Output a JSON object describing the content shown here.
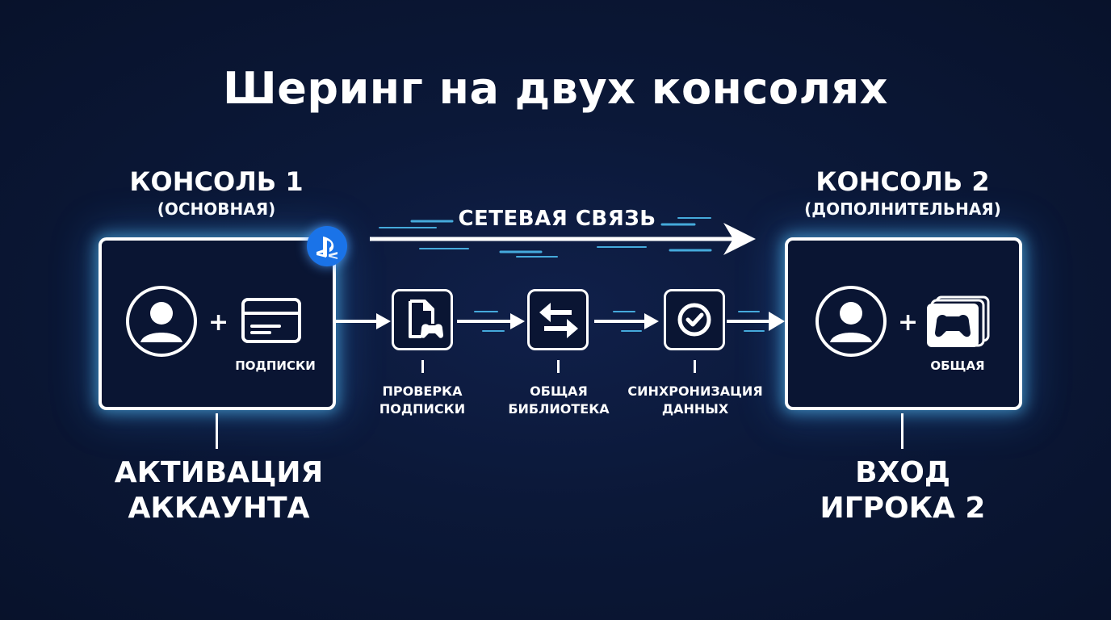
{
  "title": "Шеринг на двух консолях",
  "console1": {
    "title": "КОНСОЛЬ 1",
    "subtitle": "(ОСНОВНАЯ)",
    "card_label": "ПОДПИСКИ",
    "bottom_line1": "АКТИВАЦИЯ",
    "bottom_line2": "АККАУНТА"
  },
  "console2": {
    "title": "КОНСОЛЬ 2",
    "subtitle": "(ДОПОЛНИТЕЛЬНАЯ)",
    "library_label": "ОБЩАЯ",
    "bottom_line1": "ВХОД",
    "bottom_line2": "ИГРОКА 2"
  },
  "plus_sign": "+",
  "network_label": "СЕТЕВАЯ СВЯЗЬ",
  "steps": [
    {
      "line1": "ПРОВЕРКА",
      "line2": "ПОДПИСКИ",
      "icon": "document-gamepad-icon"
    },
    {
      "line1": "ОБЩАЯ",
      "line2": "БИБЛИОТЕКА",
      "icon": "swap-arrows-icon"
    },
    {
      "line1": "СИНХРОНИЗАЦИЯ",
      "line2": "ДАННЫХ",
      "icon": "check-circle-icon"
    }
  ],
  "colors": {
    "background": "#0b1838",
    "glow": "#5ac8ff",
    "playstation_blue": "#1a73e8",
    "speed_lines": "#4fc3f7"
  }
}
